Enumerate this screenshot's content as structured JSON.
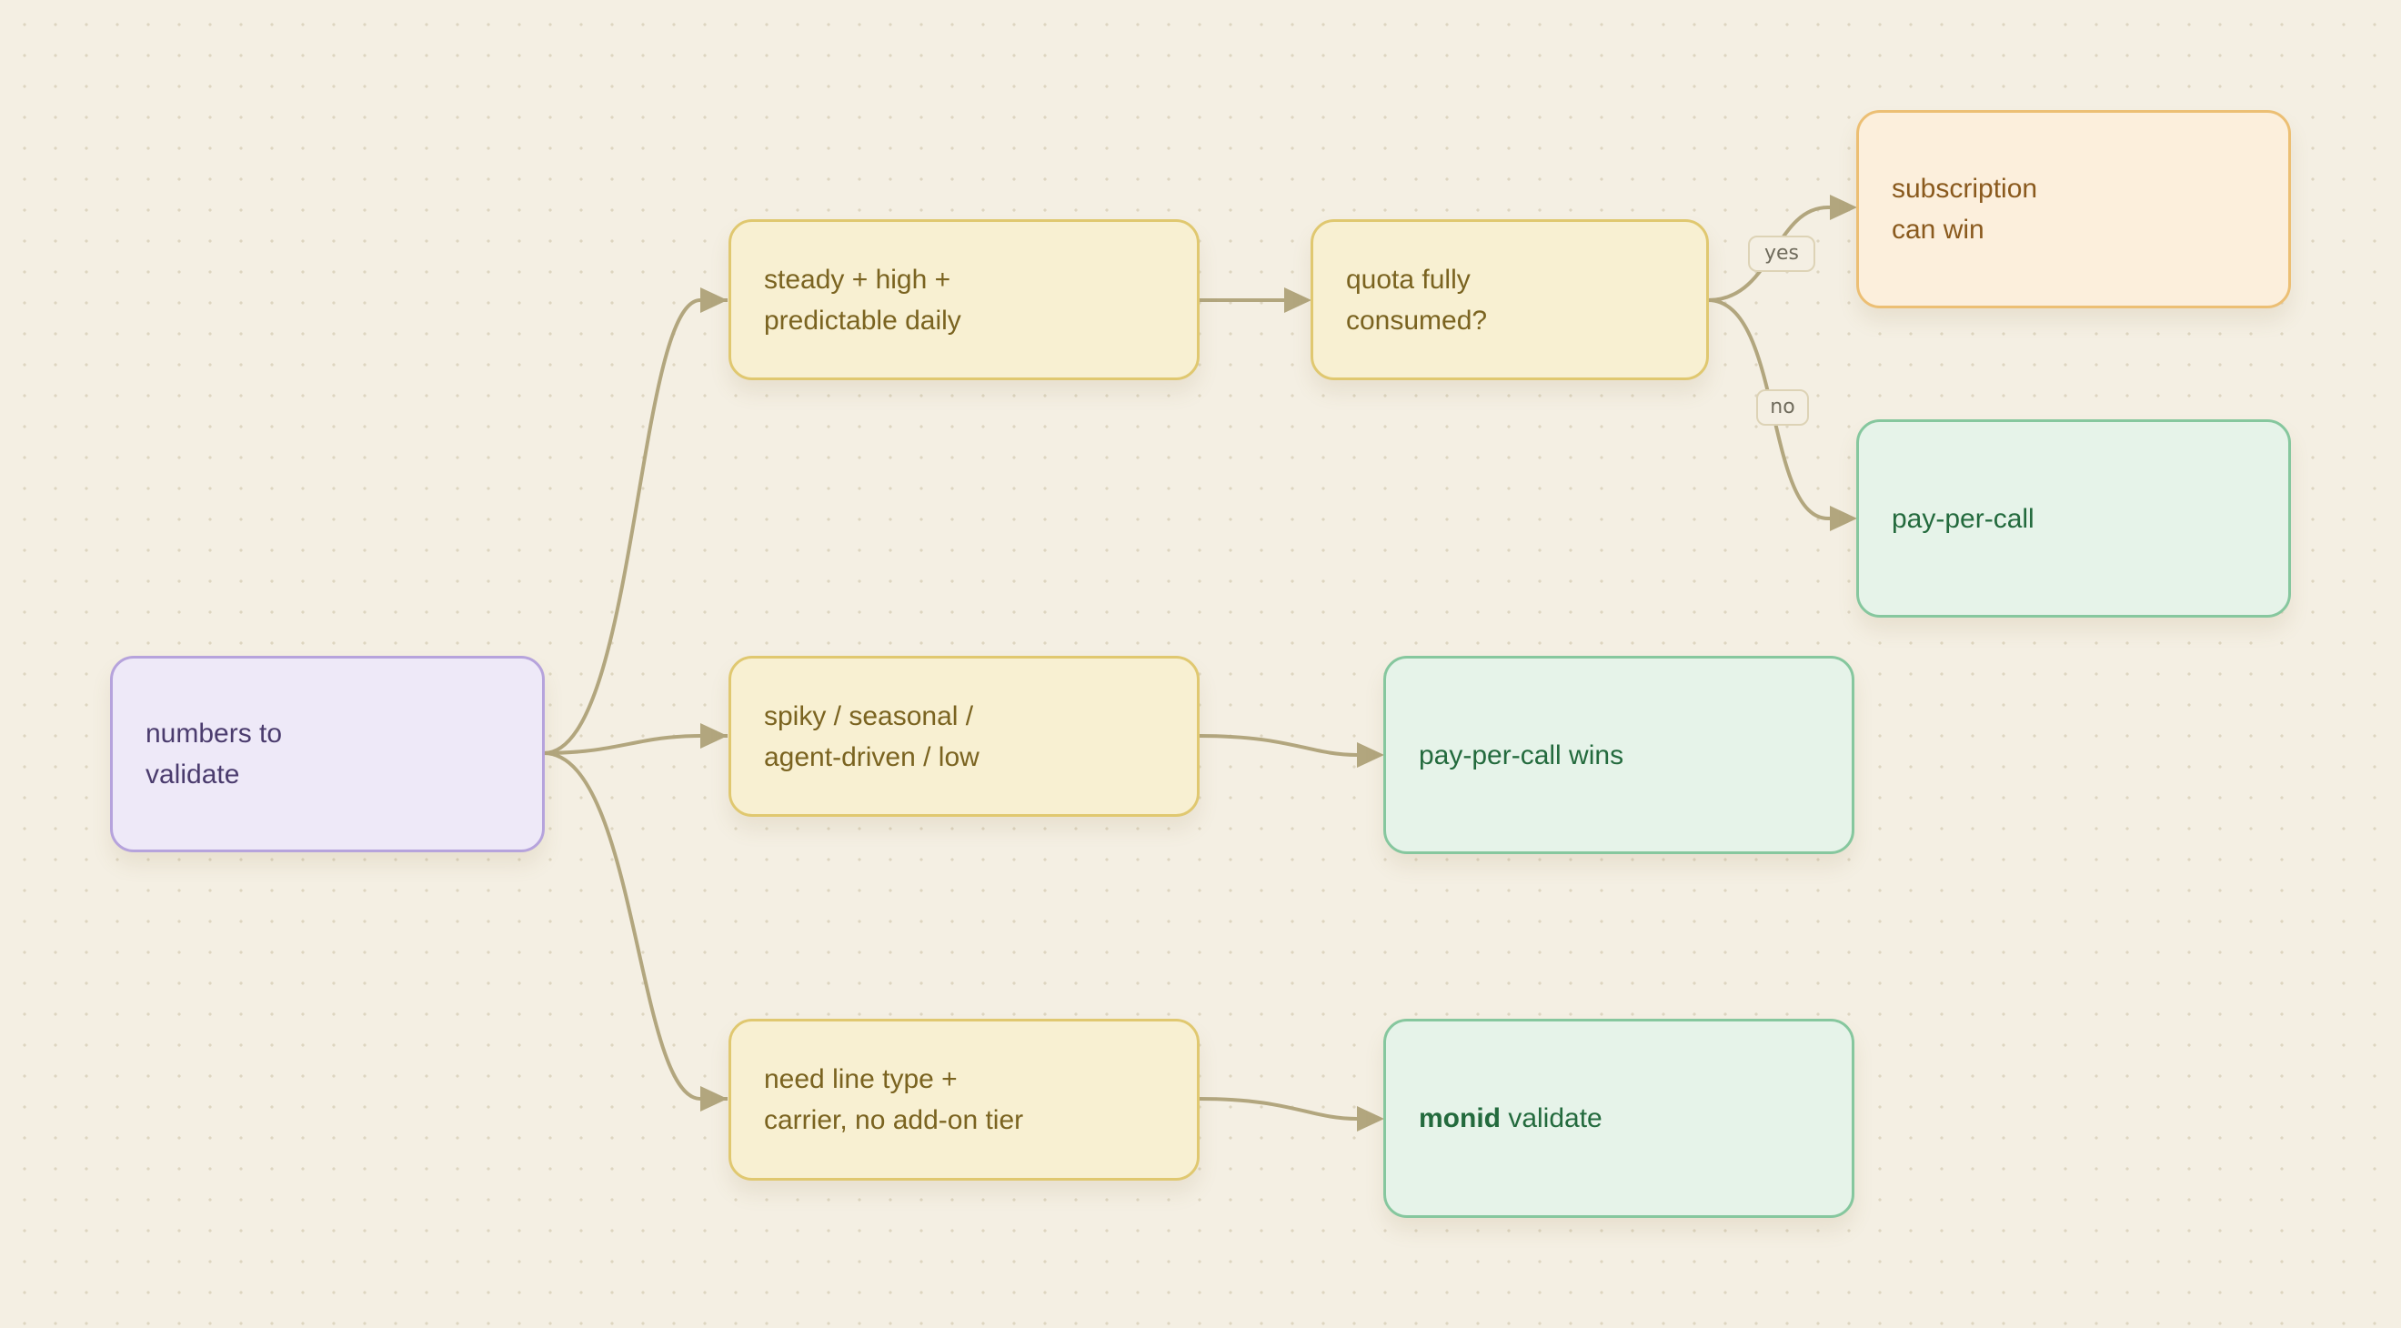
{
  "nodes": {
    "numbers_to_validate": {
      "label": "numbers to\nvalidate"
    },
    "steady": {
      "label": "steady + high +\npredictable daily"
    },
    "spiky": {
      "label": "spiky / seasonal /\nagent-driven / low"
    },
    "need_line": {
      "label": "need line type +\ncarrier, no add-on tier"
    },
    "quota": {
      "label": "quota fully\nconsumed?"
    },
    "subscription": {
      "label": "subscription\ncan win"
    },
    "ppc": {
      "label": "pay-per-call"
    },
    "ppc_wins": {
      "label": "pay-per-call wins"
    },
    "monid": {
      "brand": "monid",
      "label": " validate"
    }
  },
  "edge_labels": {
    "yes": "yes",
    "no": "no"
  },
  "colors": {
    "edge": "#b2a67e",
    "start_fill": "#eee9f8",
    "condition_fill": "#f8f0d2",
    "warn_fill": "#fcefdc",
    "good_fill": "#e6f3e9"
  }
}
